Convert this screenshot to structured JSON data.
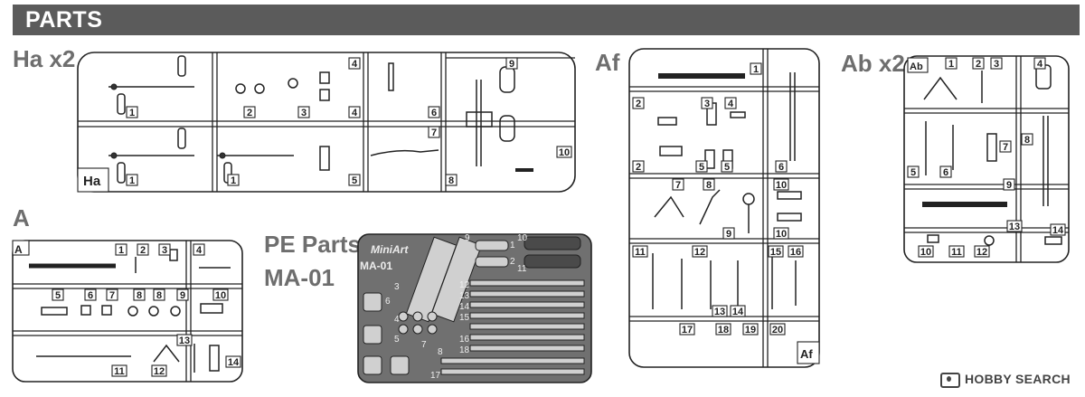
{
  "header": {
    "title": "PARTS"
  },
  "sprues": {
    "ha": {
      "label": "Ha x2",
      "code": "Ha",
      "numbers": [
        "1",
        "2",
        "3",
        "4",
        "4",
        "5",
        "6",
        "7",
        "8",
        "9",
        "10",
        "1",
        "1"
      ]
    },
    "a": {
      "label": "A",
      "code": "A",
      "numbers": [
        "1",
        "2",
        "3",
        "4",
        "5",
        "6",
        "7",
        "8",
        "8",
        "9",
        "10",
        "11",
        "12",
        "13",
        "14"
      ]
    },
    "pe": {
      "label_line1": "PE Parts",
      "label_line2": "MA-01",
      "brand": "MiniArt",
      "code": "MA-01",
      "numbers": [
        "1",
        "2",
        "3",
        "4",
        "5",
        "6",
        "7",
        "8",
        "9",
        "10",
        "11",
        "12",
        "13",
        "14",
        "15",
        "16",
        "17",
        "18"
      ]
    },
    "af": {
      "label": "Af",
      "code": "Af",
      "numbers": [
        "1",
        "2",
        "3",
        "4",
        "2",
        "5",
        "5",
        "6",
        "7",
        "8",
        "9",
        "10",
        "10",
        "11",
        "12",
        "13",
        "14",
        "15",
        "16",
        "17",
        "18",
        "19",
        "20"
      ]
    },
    "ab": {
      "label": "Ab x2",
      "code": "Ab",
      "numbers": [
        "1",
        "2",
        "3",
        "4",
        "5",
        "6",
        "7",
        "8",
        "9",
        "10",
        "11",
        "12",
        "13",
        "14"
      ]
    }
  },
  "watermark": {
    "text": "HOBBY SEARCH",
    "icon": "hobbysearch-logo-icon"
  },
  "colors": {
    "header_bg": "#5b5b5b",
    "header_text": "#ffffff",
    "label_text": "#6e6e6e",
    "pe_fret": "#707070"
  }
}
